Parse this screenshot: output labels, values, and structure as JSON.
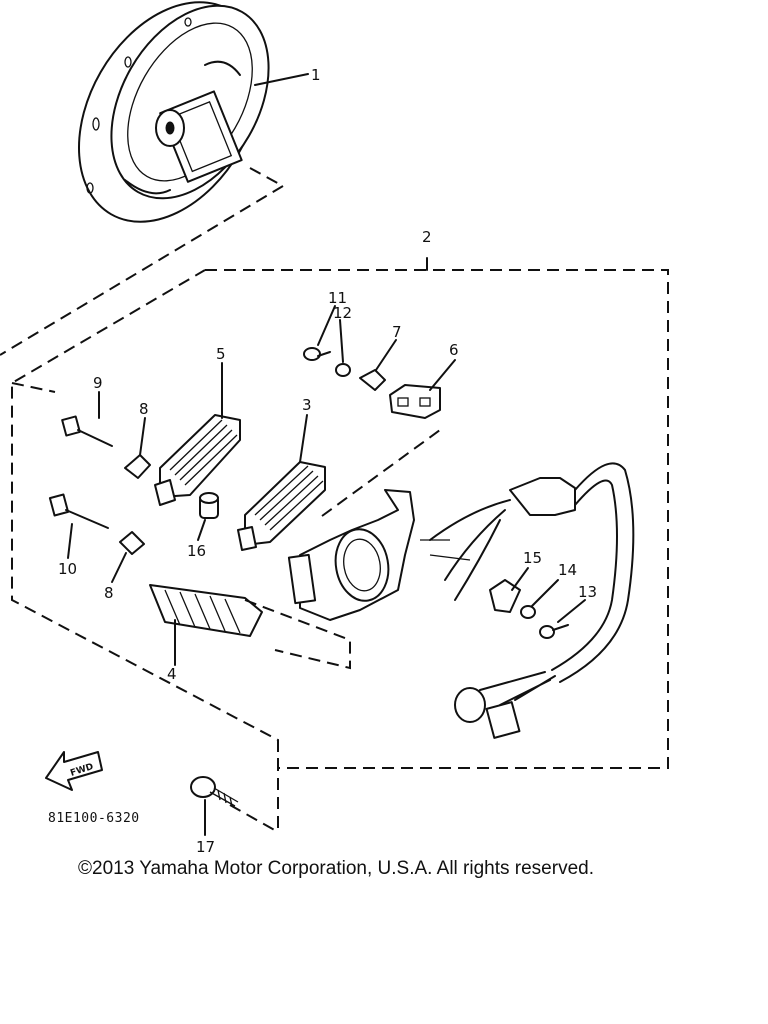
{
  "diagram": {
    "callouts": {
      "p1": "1",
      "p2": "2",
      "p3": "3",
      "p4": "4",
      "p5": "5",
      "p6": "6",
      "p7": "7",
      "p8a": "8",
      "p8b": "8",
      "p9": "9",
      "p10": "10",
      "p11": "11",
      "p12": "12",
      "p13": "13",
      "p14": "14",
      "p15": "15",
      "p16": "16",
      "p17": "17"
    },
    "direction_label": "FWD",
    "figure_code": "81E100-6320"
  },
  "footer": {
    "copyright": "©2013 Yamaha Motor Corporation, U.S.A. All rights reserved."
  }
}
